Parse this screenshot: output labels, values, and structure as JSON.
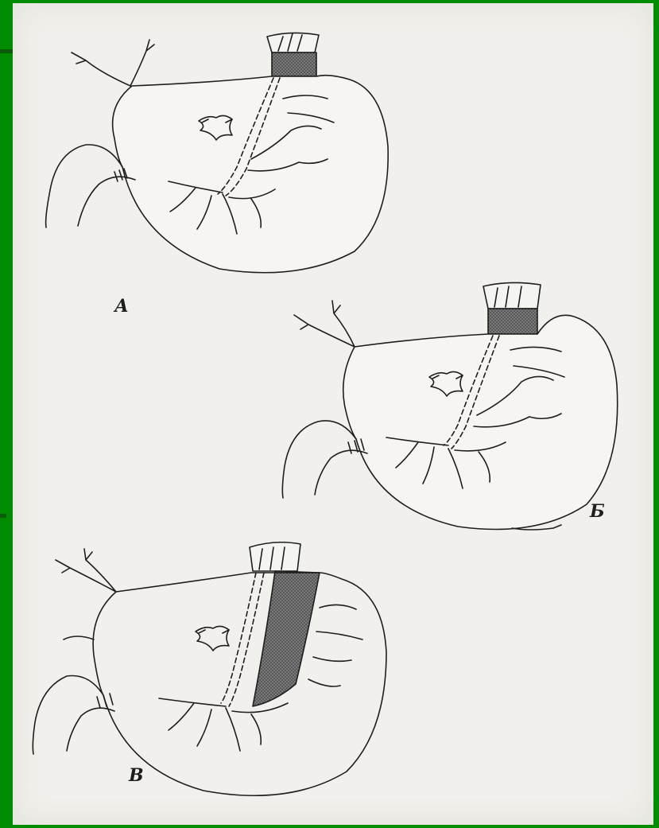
{
  "figure": {
    "panels": [
      {
        "label": "А"
      },
      {
        "label": "Б"
      },
      {
        "label": "В"
      }
    ]
  },
  "colors": {
    "frame": "#008c00",
    "sheet": "#f1f0ec",
    "ink": "#1e1e1e",
    "hatch": "#4a4a4a"
  }
}
